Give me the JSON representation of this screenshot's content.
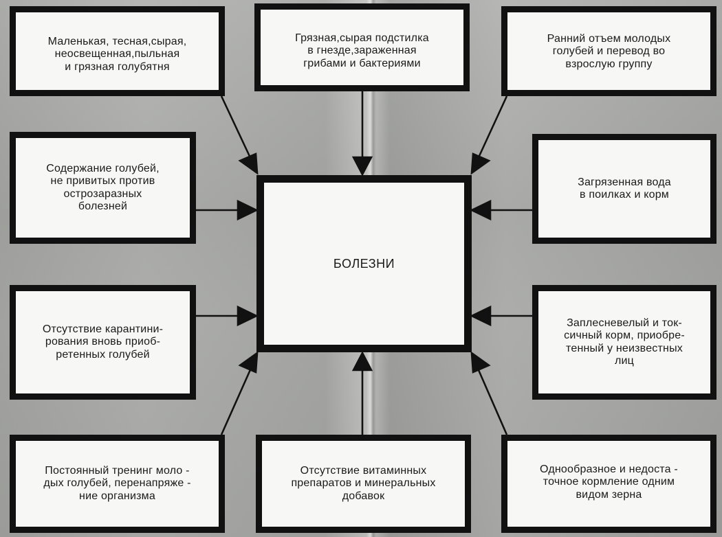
{
  "center": {
    "label": "БОЛЕЗНИ"
  },
  "causes": {
    "top_left": "Маленькая, тесная,сырая,\nнеосвещенная,пыльная\nи грязная голубятня",
    "top_center": "Грязная,сырая подстилка\nв гнезде,зараженная\nгрибами и бактериями",
    "top_right": "Ранний отъем молодых\nголубей и перевод во\nвзрослую группу",
    "mid_left_1": "Содержание голубей,\nне привитых против\nострозаразных\nболезней",
    "mid_right_1": "Загрязенная вода\nв поилках и корм",
    "mid_left_2": "Отсутствие карантини-\nрования вновь приоб-\nретенных голубей",
    "mid_right_2": "Заплесневелый и ток-\nсичный корм, приобре-\nтенный у неизвестных\nлиц",
    "bottom_left": "Постоянный тренинг моло -\nдых голубей, перенапряже -\nние организма",
    "bottom_center": "Отсутствие витаминных\nпрепаратов и минеральных\nдобавок",
    "bottom_right": "Однообразное и недоста -\nточное кормление одним\nвидом зерна"
  },
  "colors": {
    "background": "#a9aaa7",
    "box_fill": "#f7f7f5",
    "border": "#111111"
  }
}
